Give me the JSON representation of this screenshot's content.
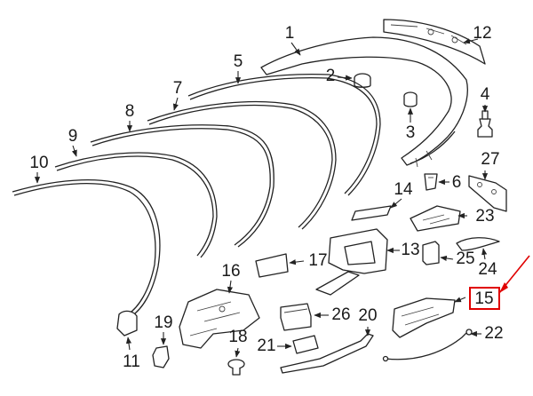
{
  "diagram": {
    "type": "exploded-parts-diagram",
    "highlighted_callout": "15",
    "highlight_color": "#e00000",
    "callouts": [
      {
        "id": "1",
        "label": "1"
      },
      {
        "id": "2",
        "label": "2"
      },
      {
        "id": "3",
        "label": "3"
      },
      {
        "id": "4",
        "label": "4"
      },
      {
        "id": "5",
        "label": "5"
      },
      {
        "id": "6",
        "label": "6"
      },
      {
        "id": "7",
        "label": "7"
      },
      {
        "id": "8",
        "label": "8"
      },
      {
        "id": "9",
        "label": "9"
      },
      {
        "id": "10",
        "label": "10"
      },
      {
        "id": "11",
        "label": "11"
      },
      {
        "id": "12",
        "label": "12"
      },
      {
        "id": "13",
        "label": "13"
      },
      {
        "id": "14",
        "label": "14"
      },
      {
        "id": "15",
        "label": "15"
      },
      {
        "id": "16",
        "label": "16"
      },
      {
        "id": "17",
        "label": "17"
      },
      {
        "id": "18",
        "label": "18"
      },
      {
        "id": "19",
        "label": "19"
      },
      {
        "id": "20",
        "label": "20"
      },
      {
        "id": "21",
        "label": "21"
      },
      {
        "id": "22",
        "label": "22"
      },
      {
        "id": "23",
        "label": "23"
      },
      {
        "id": "24",
        "label": "24"
      },
      {
        "id": "25",
        "label": "25"
      },
      {
        "id": "26",
        "label": "26"
      },
      {
        "id": "27",
        "label": "27"
      }
    ]
  }
}
